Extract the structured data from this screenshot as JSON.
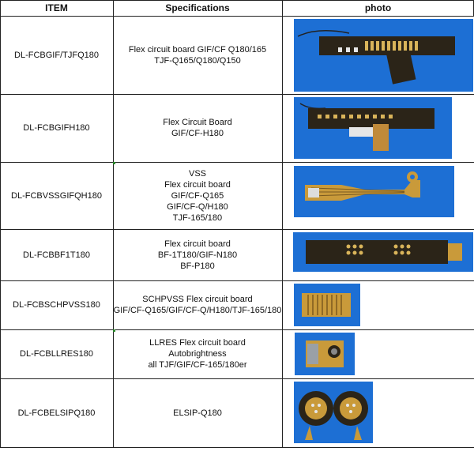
{
  "header": {
    "item": "ITEM",
    "specifications": "Specifications",
    "photo": "photo"
  },
  "rows": [
    {
      "item": "DL-FCBGIF/TJFQ180",
      "spec": "Flex circuit board GIF/CF Q180/165\nTJF-Q165/Q180/Q150",
      "photo": "flex-circuit-board-photo"
    },
    {
      "item": "DL-FCBGIFH180",
      "spec": "Flex Circuit Board\nGIF/CF-H180",
      "photo": "flex-circuit-board-photo"
    },
    {
      "item": "DL-FCBVSSGIFQH180",
      "spec": "VSS\nFlex circuit board\nGIF/CF-Q165\nGIF/CF-Q/H180\nTJF-165/180",
      "photo": "flex-circuit-board-photo"
    },
    {
      "item": "DL-FCBBF1T180",
      "spec": "Flex circuit board\nBF-1T180/GIF-N180\nBF-P180",
      "photo": "flex-circuit-board-photo"
    },
    {
      "item": "DL-FCBSCHPVSS180",
      "spec": "SCHPVSS Flex circuit board\nGIF/CF-Q165/GIF/CF-Q/H180/TJF-165/180",
      "photo": "flex-circuit-board-photo"
    },
    {
      "item": "DL-FCBLLRES180",
      "spec": "LLRES Flex circuit board\nAutobrightness\nall TJF/GIF/CF-165/180er",
      "photo": "flex-circuit-board-photo"
    },
    {
      "item": "DL-FCBELSIPQ180",
      "spec": "ELSIP-Q180",
      "photo": "flex-circuit-board-photo"
    }
  ],
  "colors": {
    "photo_bg": "#1e6fcf",
    "board_dark": "#2a2418",
    "board_gold": "#c99a3a",
    "pad": "#d9b45a"
  }
}
